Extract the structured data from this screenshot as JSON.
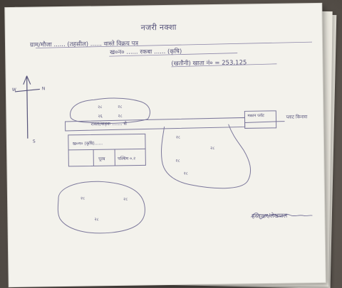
{
  "document": {
    "heading": "नजरी नक्शा",
    "line1": "ग्राम/मौजा ...... (तहसील) ...... वास्ते विक्रय पत्र",
    "line2": "ख०न० ...... रकबा ...... (कृषि)",
    "line3": "(खतौनी) खाता नं० = 253,125"
  },
  "map": {
    "road_label": "रास्ता/सड़क ....... से",
    "right_side_label": "प्लाट किनारा",
    "small_box_label": "मकान\nप्लॉट",
    "north_arrow_label": "N",
    "north_arrow_side": "W",
    "north_arrow_bottom": "S",
    "plots": {
      "top_left": [
        "२८",
        "२८",
        "२६",
        "२८"
      ],
      "middle_right": [
        "२८",
        "२८",
        "२८",
        "२८"
      ],
      "bottom_left": [
        "२८",
        "२८",
        "२८"
      ]
    },
    "table": {
      "row1": "ख०न० (कृषि)......",
      "row2_col1": "",
      "row2_col2": "पूरब",
      "row2_col3": "पश्चिम ०.२"
    }
  },
  "signature": {
    "text": "हस्ताक्षर/लेखपाल"
  },
  "colors": {
    "ink": "#55527a",
    "paper": "#f3f2ec",
    "background": "#5b544c"
  }
}
